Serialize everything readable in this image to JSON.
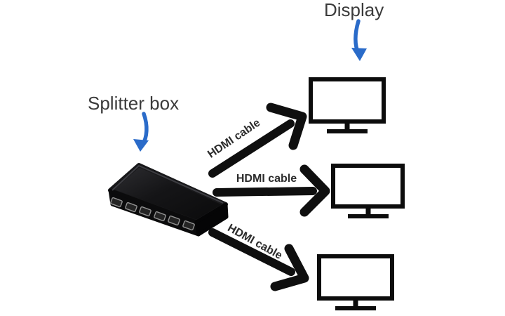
{
  "title_labels": {
    "display": "Display",
    "splitter_box": "Splitter box"
  },
  "connections": [
    {
      "label": "HDMI cable"
    },
    {
      "label": "HDMI cable"
    },
    {
      "label": "HDMI cable"
    }
  ],
  "devices": {
    "splitter_port_count": 6,
    "monitor_count": 3
  },
  "icons": {
    "annotation_pointer": "curved-down-arrow-icon",
    "cable_connector": "bold-chevron-arrow-icon",
    "monitor": "tv-monitor-icon"
  },
  "colors": {
    "background": "#ffffff",
    "annotation_blue": "#2a6bc9",
    "diagram_black": "#0f0f0f",
    "label_text": "#3b3b3b"
  }
}
